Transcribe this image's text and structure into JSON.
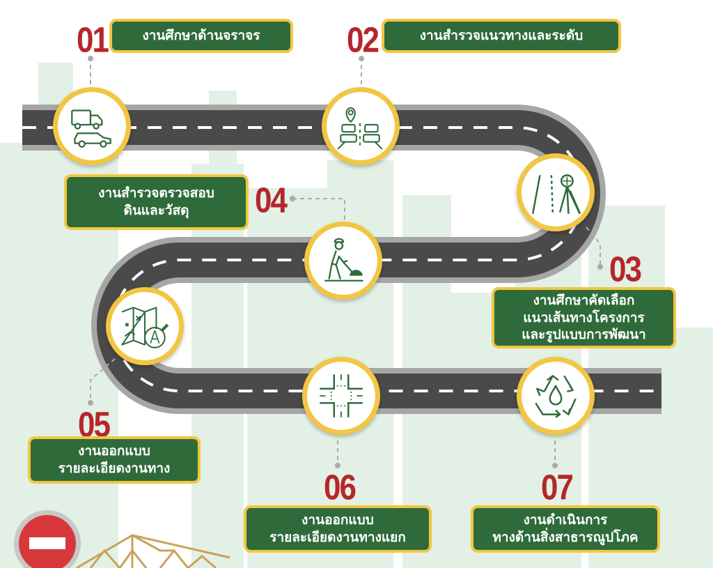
{
  "steps": [
    {
      "number": "01",
      "label": "งานศึกษาด้านจราจร",
      "icon": "vehicles-icon"
    },
    {
      "number": "02",
      "label": "งานสำรวจแนวทางและระดับ",
      "icon": "traffic-location-icon"
    },
    {
      "number": "03",
      "label": "งานศึกษาคัดเลือก\nแนวเส้นทางโครงการ\nและรูปแบบการพัฒนา",
      "icon": "road-survey-icon"
    },
    {
      "number": "04",
      "label": "งานสำรวจตรวจสอบ\nดินและวัสดุ",
      "icon": "worker-digging-icon"
    },
    {
      "number": "05",
      "label": "งานออกแบบ\nรายละเอียดงานทาง",
      "icon": "map-magnifier-icon"
    },
    {
      "number": "06",
      "label": "งานออกแบบ\nรายละเอียดงานทางแยก",
      "icon": "intersection-icon"
    },
    {
      "number": "07",
      "label": "งานดำเนินการ\nทางด้านสิ่งสาธารณูปโภค",
      "icon": "water-recycle-icon"
    }
  ],
  "colors": {
    "accent_red": "#b5262b",
    "label_green": "#2f6b3a",
    "border_yellow": "#f2c642",
    "road_dark": "#4a4a4a",
    "road_edge": "#a6a6a6",
    "background_buildings": "#e3f0e5"
  }
}
